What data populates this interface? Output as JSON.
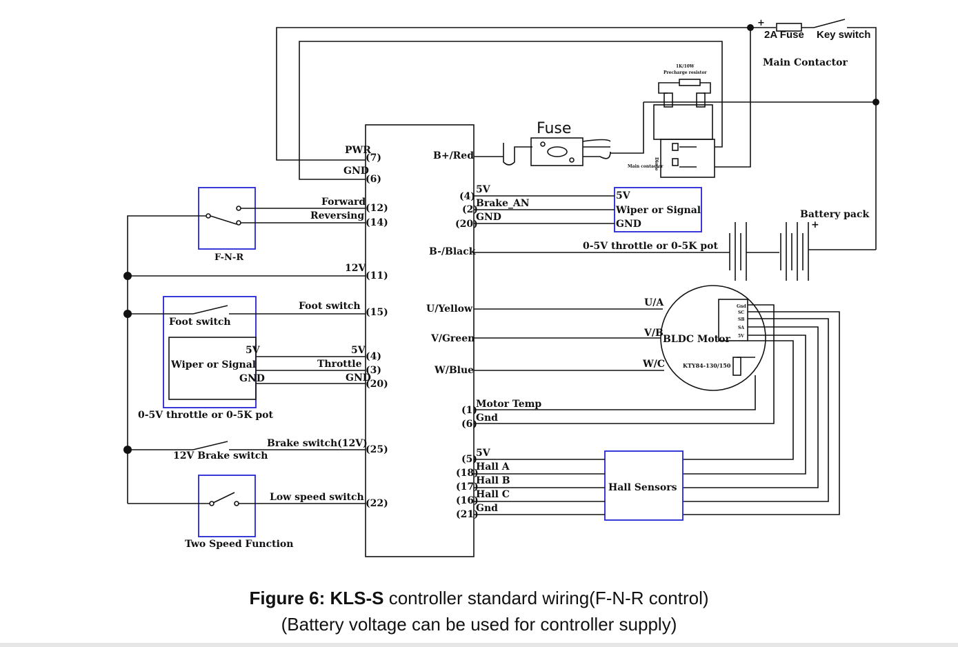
{
  "caption": {
    "bold_part": "Figure 6: KLS-S",
    "rest_part": " controller standard wiring(F-N-R control)",
    "line2": "(Battery voltage can be used for controller supply)"
  },
  "top_right": {
    "plus": "+",
    "fuse_2a": "2A Fuse",
    "key_switch": "Key switch",
    "main_contactor": "Main Contactor",
    "precharge_line1": "1K/10W",
    "precharge_line2": "Precharge resistor",
    "main_contactor_small": "Main contactor",
    "diode": "Diode"
  },
  "fuse": {
    "label": "Fuse"
  },
  "controller_left_pins": {
    "pwr": "PWR",
    "pwr_pin": "(7)",
    "gnd": "GND",
    "gnd_pin": "(6)",
    "forward": "Forward",
    "forward_pin": "(12)",
    "reversing": "Reversing",
    "reversing_pin": "(14)",
    "v12": "12V",
    "v12_pin": "(11)",
    "foot_switch": "Foot switch",
    "foot_switch_pin": "(15)",
    "v5": "5V",
    "v5_pin": "(4)",
    "throttle": "Throttle",
    "throttle_pin": "(3)",
    "gnd2": "GND",
    "gnd2_pin": "(20)",
    "brake_switch": "Brake switch(12V)",
    "brake_switch_pin": "(25)",
    "low_speed": "Low speed switch",
    "low_speed_pin": "(22)"
  },
  "controller_right_pins": {
    "b_plus": "B+/Red",
    "b_minus": "B-/Black",
    "u": "U/Yellow",
    "v": "V/Green",
    "w": "W/Blue",
    "pin4": "(4)",
    "pin2": "(2)",
    "pin20": "(20)",
    "v5": "5V",
    "brake_an": "Brake_AN",
    "gnd": "GND",
    "pin1": "(1)",
    "pin6": "(6)",
    "motor_temp": "Motor Temp",
    "gnd_mt": "Gnd",
    "pin5": "(5)",
    "pin18": "(18)",
    "pin17": "(17)",
    "pin16": "(16)",
    "pin21": "(21)",
    "hall_5v": "5V",
    "hall_a": "Hall A",
    "hall_b": "Hall B",
    "hall_c": "Hall C",
    "hall_gnd": "Gnd"
  },
  "fnr_box": {
    "label": "F-N-R"
  },
  "foot_box": {
    "foot_switch": "Foot switch",
    "v5": "5V",
    "wiper": "Wiper or Signal",
    "gnd": "GND",
    "caption": "0-5V throttle or 0-5K pot"
  },
  "brake": {
    "label": "12V Brake switch"
  },
  "two_speed": {
    "label": "Two Speed Function"
  },
  "brake_pot_box": {
    "v5": "5V",
    "wiper": "Wiper or Signal",
    "gnd": "GND",
    "caption": "0-5V throttle or 0-5K pot"
  },
  "battery": {
    "label": "Battery pack",
    "plus": "+"
  },
  "motor": {
    "label": "BLDC Motor",
    "u": "U/A",
    "v": "V/B",
    "w": "W/C",
    "sensor": "KTY84-130/150",
    "conn": [
      "Gnd",
      "SC",
      "SB",
      "SA",
      "5V"
    ]
  },
  "hall_box": {
    "label": "Hall Sensors"
  }
}
